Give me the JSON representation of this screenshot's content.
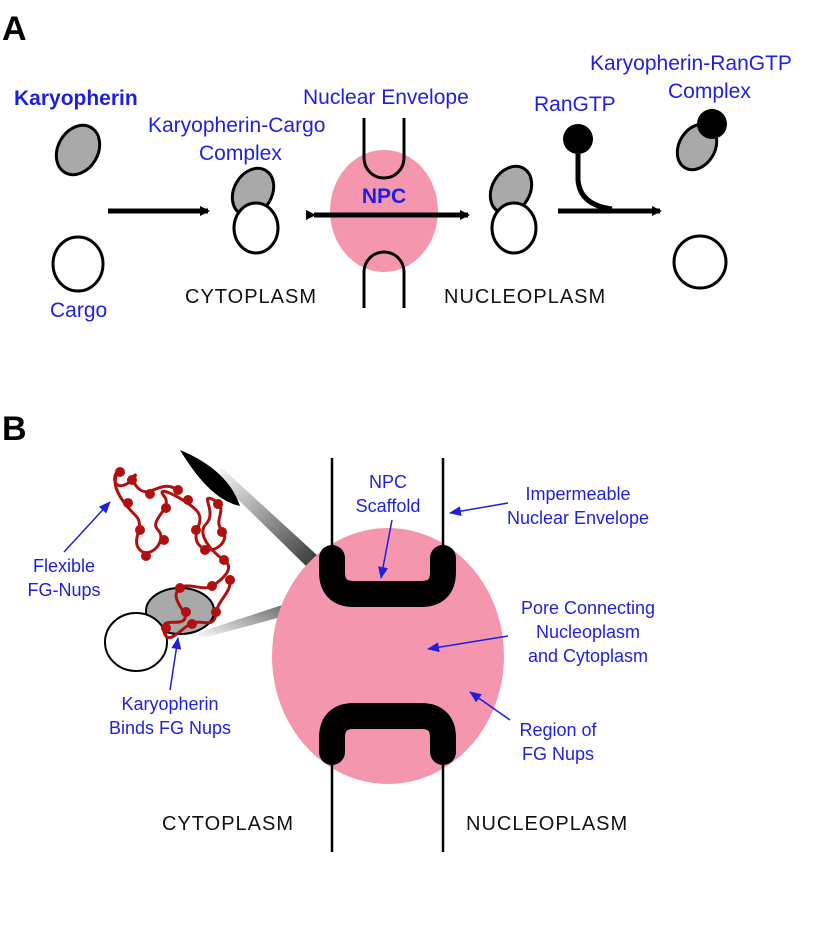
{
  "panel_a": {
    "letter": "A",
    "karyopherin": "Karyopherin",
    "cargo": "Cargo",
    "complex_line1": "Karyopherin-Cargo",
    "complex_line2": "Complex",
    "nuclear_envelope": "Nuclear Envelope",
    "npc": "NPC",
    "rangtp": "RanGTP",
    "ran_complex_line1": "Karyopherin-RanGTP",
    "ran_complex_line2": "Complex",
    "cytoplasm": "CYTOPLASM",
    "nucleoplasm": "NUCLEOPLASM"
  },
  "panel_b": {
    "letter": "B",
    "npc_scaffold_line1": "NPC",
    "npc_scaffold_line2": "Scaffold",
    "envelope_line1": "Impermeable",
    "envelope_line2": "Nuclear Envelope",
    "flexible_line1": "Flexible",
    "flexible_line2": "FG-Nups",
    "pore_line1": "Pore Connecting",
    "pore_line2": "Nucleoplasm",
    "pore_line3": "and Cytoplasm",
    "binds_line1": "Karyopherin",
    "binds_line2": "Binds FG Nups",
    "region_line1": "Region of",
    "region_line2": "FG Nups",
    "cytoplasm": "CYTOPLASM",
    "nucleoplasm": "NUCLEOPLASM"
  },
  "colors": {
    "label_blue": "#1f1fe0",
    "npc_pink": "#f497ae",
    "karyopherin_gray": "#a9a9a9",
    "fg_nup_red": "#b01010"
  }
}
